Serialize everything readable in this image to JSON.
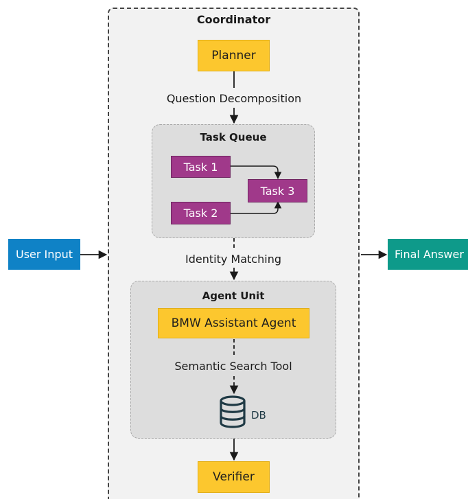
{
  "coordinator": {
    "title": "Coordinator",
    "planner": "Planner",
    "edge_decomposition": "Question Decomposition",
    "edge_identity": "Identity Matching",
    "verifier": "Verifier"
  },
  "task_queue": {
    "title": "Task Queue",
    "tasks": [
      "Task 1",
      "Task 2",
      "Task 3"
    ]
  },
  "agent_unit": {
    "title": "Agent Unit",
    "agent": "BMW Assistant Agent",
    "edge_tool": "Semantic Search Tool",
    "db": "DB"
  },
  "inputs": {
    "user_input": "User Input"
  },
  "outputs": {
    "final_answer": "Final Answer"
  },
  "colors": {
    "planner_yellow": "#fcc72e",
    "task_purple": "#a0398a",
    "input_blue": "#0f82c6",
    "output_teal": "#0e9a8a",
    "db_icon": "#1f3a45"
  }
}
